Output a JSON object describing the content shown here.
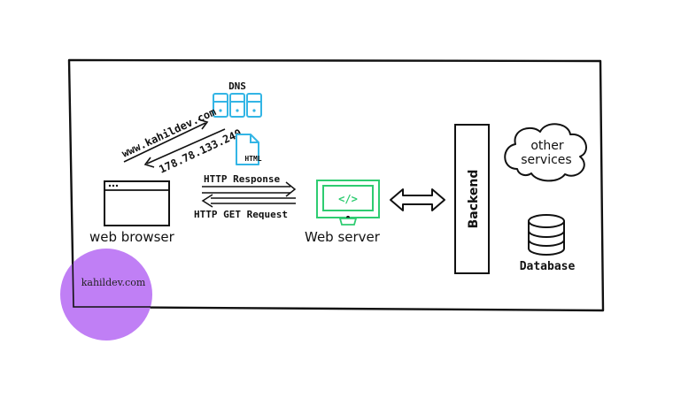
{
  "nodes": {
    "dns": {
      "label": "DNS"
    },
    "html_file": {
      "label": "HTML"
    },
    "web_browser": {
      "label": "web browser"
    },
    "web_server": {
      "label": "Web server",
      "icon": "code-icon",
      "glyph": "</>"
    },
    "backend": {
      "label": "Backend"
    },
    "other_services": {
      "label_line1": "other",
      "label_line2": "services"
    },
    "database": {
      "label": "Database"
    }
  },
  "edges": {
    "domain": "www.kahildev.com",
    "ip": "178.78.133.240",
    "http_response": "HTTP Response",
    "http_request": "HTTP GET Request"
  },
  "watermark": {
    "text": "kahildev.com"
  },
  "colors": {
    "dns_blue": "#33b5e5",
    "server_green": "#2ecc71",
    "watermark_purple": "#c07ff5",
    "ink": "#111111"
  }
}
